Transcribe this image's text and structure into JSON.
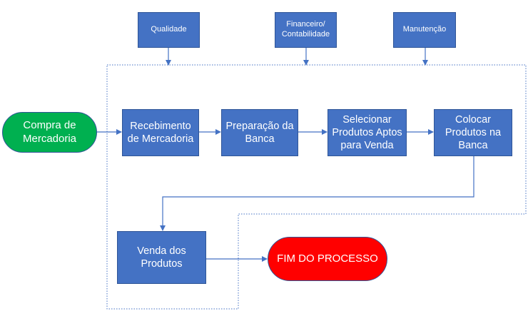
{
  "departments": {
    "qualidade": "Qualidade",
    "financeiro": "Financeiro/\nContabilidade",
    "manutencao": "Manutenção"
  },
  "start": "Compra de\nMercadoria",
  "steps": {
    "recebimento": "Recebimento\nde Mercadoria",
    "preparacao": "Preparação da\nBanca",
    "selecionar": "Selecionar\nProdutos Aptos\npara Venda",
    "colocar": "Colocar\nProdutos na\nBanca",
    "venda": "Venda dos\nProdutos"
  },
  "end": "FIM DO PROCESSO",
  "colors": {
    "process": "#4472c4",
    "process_border": "#2f5597",
    "start": "#00b050",
    "end": "#ff0000",
    "connector": "#4472c4",
    "boundary": "#4472c4"
  }
}
